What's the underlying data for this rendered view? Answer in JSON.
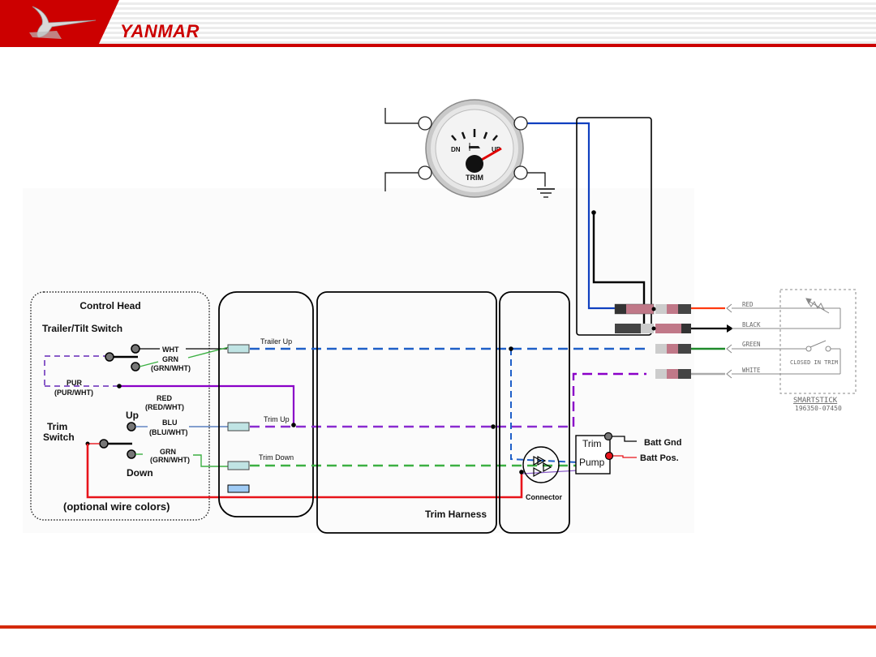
{
  "brand": {
    "name": "YANMAR",
    "logo_icon": "seagull-logo-icon",
    "color": "#cc0000"
  },
  "gauge": {
    "label": "TRIM",
    "dn": "DN",
    "up": "UP",
    "icon": "boat-trim-icon",
    "needle_color": "#e00000"
  },
  "control_head": {
    "title": "Control Head",
    "trailer_switch_label": "Trailer/Tilt Switch",
    "wht": "WHT",
    "grn": "GRN",
    "grn_alt": "(GRN/WHT)",
    "pur": "PUR",
    "pur_alt": "(PUR/WHT)",
    "red": "RED",
    "red_alt": "(RED/WHT)",
    "up": "Up",
    "blu": "BLU",
    "blu_alt": "(BLU/WHT)",
    "trim_switch_line1": "Trim",
    "trim_switch_line2": "Switch",
    "grn2": "GRN",
    "grn2_alt": "(GRN/WHT)",
    "down": "Down",
    "note": "(optional wire colors)"
  },
  "connector_block": {
    "trailer_up": "Trailer Up",
    "trim_up": "Trim Up",
    "trim_down": "Trim Down"
  },
  "harness": {
    "label": "Trim Harness"
  },
  "connector": {
    "label": "Connector"
  },
  "pump": {
    "line1": "Trim",
    "line2": "Pump",
    "batt_gnd": "Batt Gnd",
    "batt_pos": "Batt Pos."
  },
  "smartstick": {
    "wires": [
      "RED",
      "BLACK",
      "GREEN",
      "WHITE"
    ],
    "switch_note": "CLOSED IN TRIM",
    "title": "SMARTSTICK",
    "part_number": "196350-07450"
  },
  "colors": {
    "blue": "#1f5fc8",
    "purple": "#8a2bd0",
    "green": "#3cb043",
    "red": "#e8141b",
    "footer": "#d42a0c"
  }
}
